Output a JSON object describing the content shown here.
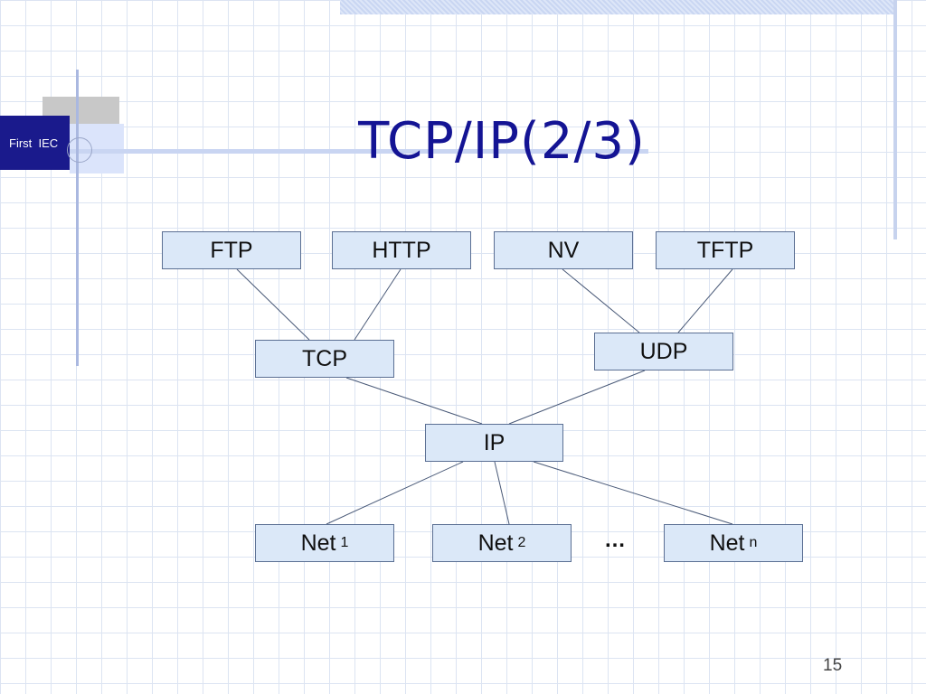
{
  "slide": {
    "title": "TCP/IP(2/3)",
    "brand_label": "First  IEC",
    "page_number": "15",
    "ellipsis": "…"
  },
  "diagram": {
    "application_layer": [
      "FTP",
      "HTTP",
      "NV",
      "TFTP"
    ],
    "transport_layer": [
      "TCP",
      "UDP"
    ],
    "network_layer": "IP",
    "link_layer": [
      {
        "label": "Net",
        "subscript": "1"
      },
      {
        "label": "Net",
        "subscript": "2"
      },
      {
        "label": "Net",
        "subscript": "n"
      }
    ],
    "connections": [
      [
        "FTP",
        "TCP"
      ],
      [
        "HTTP",
        "TCP"
      ],
      [
        "NV",
        "UDP"
      ],
      [
        "TFTP",
        "UDP"
      ],
      [
        "TCP",
        "IP"
      ],
      [
        "UDP",
        "IP"
      ],
      [
        "IP",
        "Net 1"
      ],
      [
        "IP",
        "Net 2"
      ],
      [
        "IP",
        "Net n"
      ]
    ]
  },
  "colors": {
    "title": "#141494",
    "box_fill": "#dbe8f8",
    "box_border": "#5b6f93",
    "brand_box": "#1a1a8c"
  }
}
